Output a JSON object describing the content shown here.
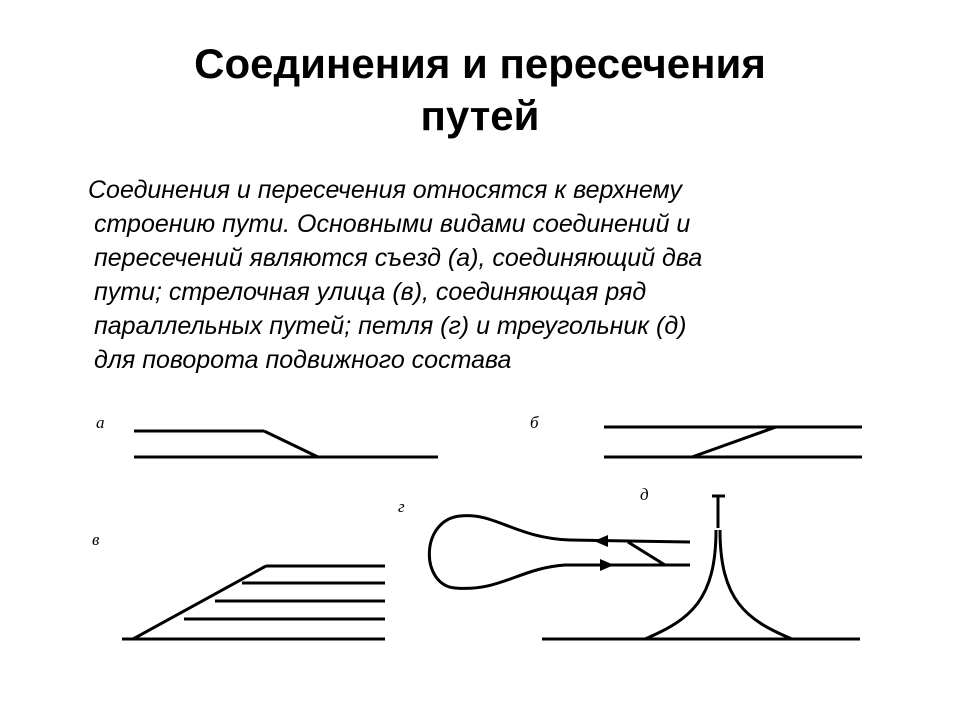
{
  "slide": {
    "title_lines": [
      "Соединения и пересечения",
      "путей"
    ],
    "body_lines": [
      "Соединения и пересечения относятся к верхнему",
      "строению пути. Основными видами соединений и",
      "пересечений являются съезд (а), соединяющий два",
      "пути; стрелочная улица (в), соединяющая ряд",
      "параллельных путей; петля (г) и треугольник (д)",
      "для поворота подвижного состава"
    ]
  },
  "figure": {
    "labels": {
      "a": "а",
      "b": "б",
      "v": "в",
      "g": "г",
      "d": "д"
    }
  }
}
